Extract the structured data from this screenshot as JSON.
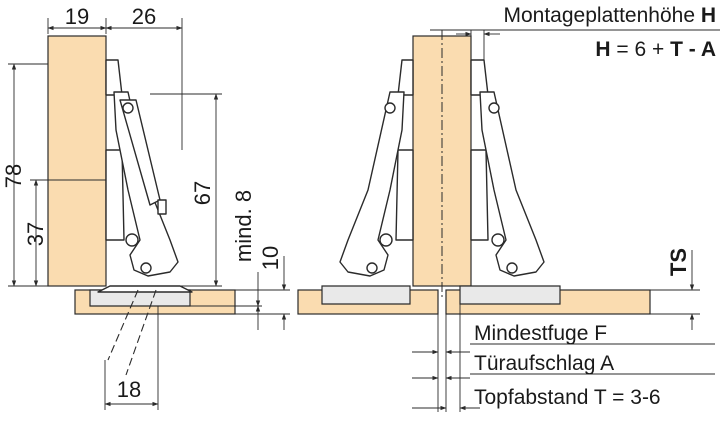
{
  "dimensions": {
    "width_19": "19",
    "width_26": "26",
    "height_78": "78",
    "height_37": "37",
    "height_67": "67",
    "mind_8": "mind. 8",
    "gap_10": "10",
    "cup_18": "18",
    "ts": "TS"
  },
  "formula": {
    "title_text": "Montageplattenhöhe ",
    "title_bold": "H",
    "lhs": "H",
    "equals": " = 6 + ",
    "t": "T",
    "minus_a": " - A"
  },
  "legend": {
    "mindestfuge": "Mindestfuge F",
    "tueraufschlag": "Türaufschlag A",
    "topfabstand": "Topfabstand T = 3-6"
  },
  "colors": {
    "wood": "#fadcb0",
    "line": "#2b2b2b",
    "background": "#ffffff"
  }
}
